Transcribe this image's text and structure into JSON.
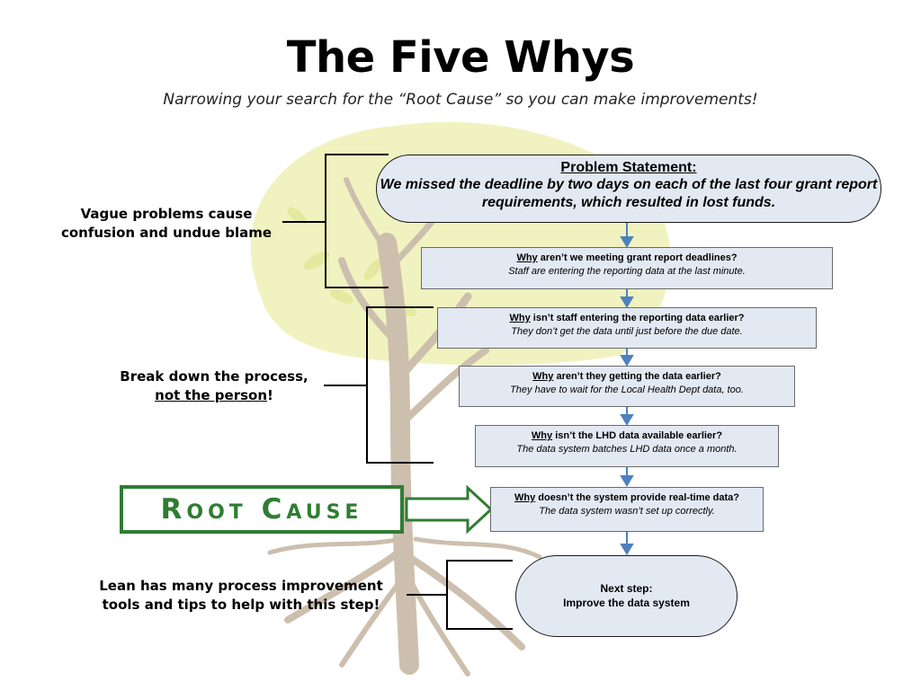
{
  "title": "The Five Whys",
  "subtitle": "Narrowing your search for the “Root Cause” so you can make improvements!",
  "problem": {
    "heading": "Problem Statement:",
    "text": "We missed the deadline by two days on each of the last four grant report requirements, which resulted in lost funds."
  },
  "whys": [
    {
      "why": "Why",
      "question": " aren’t we meeting grant report deadlines?",
      "answer": "Staff are entering the reporting data at the last minute."
    },
    {
      "why": "Why",
      "question": " isn’t staff entering the reporting data earlier?",
      "answer": "They don’t get the data until just before the due date."
    },
    {
      "why": "Why",
      "question": " aren’t they getting the data earlier?",
      "answer": "They have to wait for the Local Health Dept data, too."
    },
    {
      "why": "Why",
      "question": " isn’t the LHD data available earlier?",
      "answer": "The data system batches LHD data once a month."
    },
    {
      "why": "Why",
      "question": " doesn’t the system provide real-time data?",
      "answer": "The data system wasn’t set up correctly."
    }
  ],
  "next_step": {
    "line1": "Next step:",
    "line2": "Improve the data system"
  },
  "root_cause_label": "Root Cause",
  "side_labels": {
    "vague_line1": "Vague problems cause",
    "vague_line2": "confusion and undue blame",
    "breakdown_line1": "Break down the process,",
    "breakdown_line2": "not the person",
    "breakdown_suffix": "!",
    "lean_line1": "Lean has many process improvement",
    "lean_line2": "tools and tips to help with this step!"
  },
  "colors": {
    "box_fill": "#e3e9f3",
    "arrow_blue": "#4f81bd",
    "root_green": "#2f7d32",
    "tree_canopy": "#eef2b8",
    "tree_trunk": "#cdbfae"
  }
}
